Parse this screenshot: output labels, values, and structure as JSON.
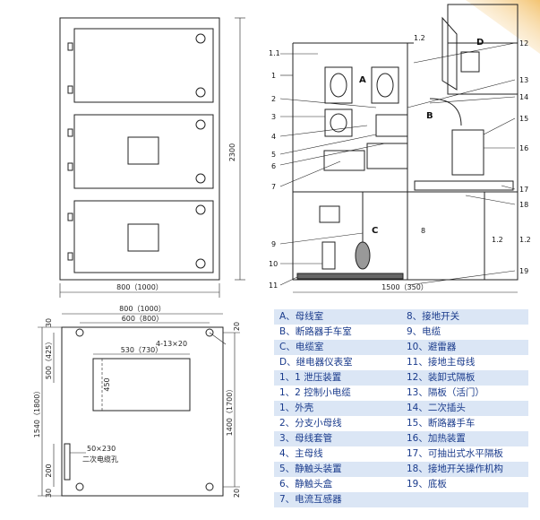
{
  "front_view": {
    "height_dim": "2300",
    "width_dim": "800（1000）"
  },
  "plan_view": {
    "dim_overall_width": "800（1000）",
    "dim_inner_width": "600（800）",
    "dim_holes": "4-13×20",
    "dim_cutout_width": "530（730）",
    "dim_cutout_height": "450",
    "dim_left_upper": "500（425）",
    "dim_left_total": "1540（1800）",
    "dim_right_total": "1400（1700）",
    "dim_top_small": "30",
    "dim_right_top": "20",
    "dim_right_bottom": "20",
    "dim_bottom_small": "30",
    "dim_bottom_200": "200",
    "cable_hole_size": "50×230",
    "cable_hole_label": "二次电缆孔"
  },
  "section_view": {
    "width_dim": "1500（350）",
    "left_callouts": [
      "1.1",
      "1",
      "2",
      "3",
      "4",
      "5",
      "6",
      "7",
      "9",
      "10",
      "11"
    ],
    "right_callouts": [
      "12",
      "13",
      "14",
      "15",
      "16",
      "17",
      "18",
      "1.2",
      "19"
    ],
    "top_callout": "1.2",
    "compartments": [
      "A",
      "B",
      "C",
      "D"
    ],
    "inner_labels": [
      "8",
      "1.2"
    ]
  },
  "legend": {
    "left": [
      "A、母线室",
      "B、断路器手车室",
      "C、电缆室",
      "D、继电器仪表室",
      "1、1 泄压装置",
      "1、2 控制小电缆",
      "1、外壳",
      "2、分支小母线",
      "3、母线套管",
      "4、主母线",
      "5、静触头装置",
      "6、静触头盒",
      "7、电流互感器"
    ],
    "right": [
      "8、接地开关",
      "9、电缆",
      "10、避雷器",
      "11、接地主母线",
      "12、装卸式隔板",
      "13、隔板（活门）",
      "14、二次插头",
      "15、断路器手车",
      "16、加热装置",
      "17、可抽出式水平隔板",
      "18、接地开关操作机构",
      "19、底板",
      ""
    ]
  },
  "colors": {
    "line": "#222222",
    "legend_text": "#1a3b8c",
    "legend_stripe": "#dbe6f5",
    "corner_accent": "#f3c472"
  }
}
